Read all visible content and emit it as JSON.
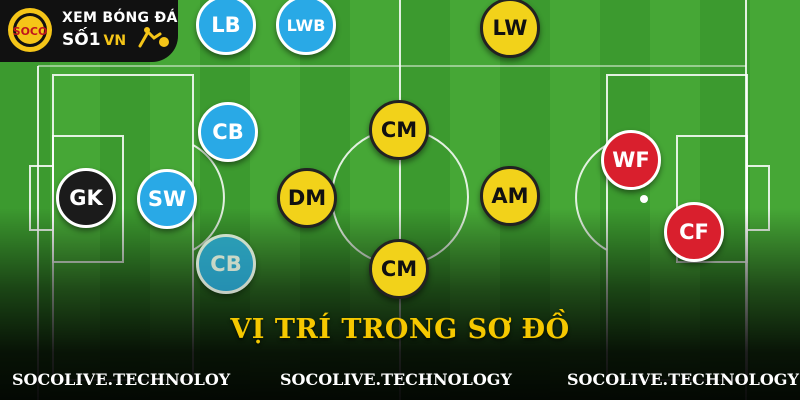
{
  "logo": {
    "emblem_text": "SOCO",
    "line1": "XEM BÓNG ĐÁ",
    "line2": "SỐ1",
    "line2_suffix": "VN"
  },
  "positions": [
    {
      "label": "GK",
      "color": "black"
    },
    {
      "label": "SW",
      "color": "blue"
    },
    {
      "label": "CB",
      "color": "blue"
    },
    {
      "label": "CB",
      "color": "blue"
    },
    {
      "label": "LB",
      "color": "blue"
    },
    {
      "label": "LWB",
      "color": "blue"
    },
    {
      "label": "CM",
      "color": "yellow"
    },
    {
      "label": "DM",
      "color": "yellow"
    },
    {
      "label": "CM",
      "color": "yellow"
    },
    {
      "label": "AM",
      "color": "yellow"
    },
    {
      "label": "LW",
      "color": "yellow"
    },
    {
      "label": "WF",
      "color": "red"
    },
    {
      "label": "CF",
      "color": "red"
    }
  ],
  "title": "VỊ TRÍ TRONG SƠ ĐỒ",
  "watermarks": [
    "SOCOLIVE.TECHNOLOY",
    "SOCOLIVE.TECHNOLOGY",
    "SOCOLIVE.TECHNOLOGY"
  ],
  "colors": {
    "pitch_green": "#3c9a2f",
    "blue": "#29a9e6",
    "yellow": "#f2d21a",
    "red": "#d91f2d",
    "black": "#1b1b1b",
    "title": "#f5c800"
  }
}
